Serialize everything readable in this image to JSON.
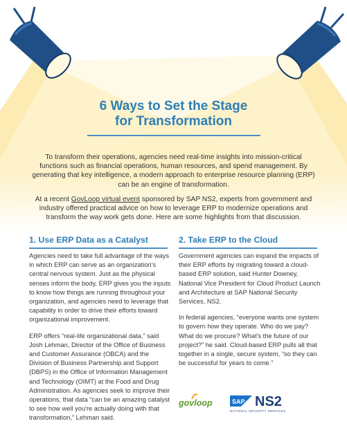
{
  "document": {
    "title_line1": "6 Ways to Set the Stage",
    "title_line2": "for Transformation",
    "intro_p1": "To transform their operations, agencies need real-time insights into mission-critical functions such as financial operations, human resources, and spend management. By generating that key intelligence, a modern approach to enterprise resource planning (ERP) can be an engine of transformation.",
    "intro_p2_before": "At a recent ",
    "intro_p2_link": "GovLoop virtual event",
    "intro_p2_after": " sponsored by SAP NS2, experts from government and industry offered practical advice on how to leverage ERP to modernize operations and transform the way work gets done. Here are some highlights from that discussion."
  },
  "sections": {
    "left": {
      "heading": "1. Use ERP Data as a Catalyst",
      "p1": "Agencies need to take full advantage of the ways in which ERP can serve as an organization's central nervous system. Just as the physical senses inform the body, ERP gives you the inputs to know how things are running throughout your organization, and agencies need to leverage that capability in order to drive their efforts toward organizational improvement.",
      "p2": "ERP offers “real-life organizational data,” said Josh Lehman, Director of the Office of Business and Customer Assurance (OBCA) and the Division of Business Partnership and Support (DBPS) in the Office of Information Management and Technology (OIMT) at the Food and Drug Administration. As agencies seek to improve their operations, that data “can be an amazing catalyst to see how well you're actually doing with that transformation,” Lehman said."
    },
    "right": {
      "heading": "2. Take ERP to the Cloud",
      "p1": "Government agencies can expand the impacts of their ERP efforts by migrating toward a cloud-based ERP solution, said Hunter Downey, National Vice President for Cloud Product Launch and Architecture at SAP National Security Services, NS2.",
      "p2": "In federal agencies, “everyone wants one system to govern how they operate. Who do we pay? What do we procure? What's the future of our project?” he said. Cloud-based ERP pulls all that together in a single, secure system, “so they can be successful for years to come.”"
    }
  },
  "logos": {
    "govloop": "govloop",
    "sap": "SAP",
    "ns2": "NS2",
    "ns2_sub": "NATIONAL SECURITY SERVICES"
  },
  "colors": {
    "accent": "#2f7fb4",
    "spotlight": "#fbe7a6",
    "lamp": "#1f4f86",
    "govloop_green": "#5c9a2b",
    "ns2_navy": "#1f3f75"
  }
}
